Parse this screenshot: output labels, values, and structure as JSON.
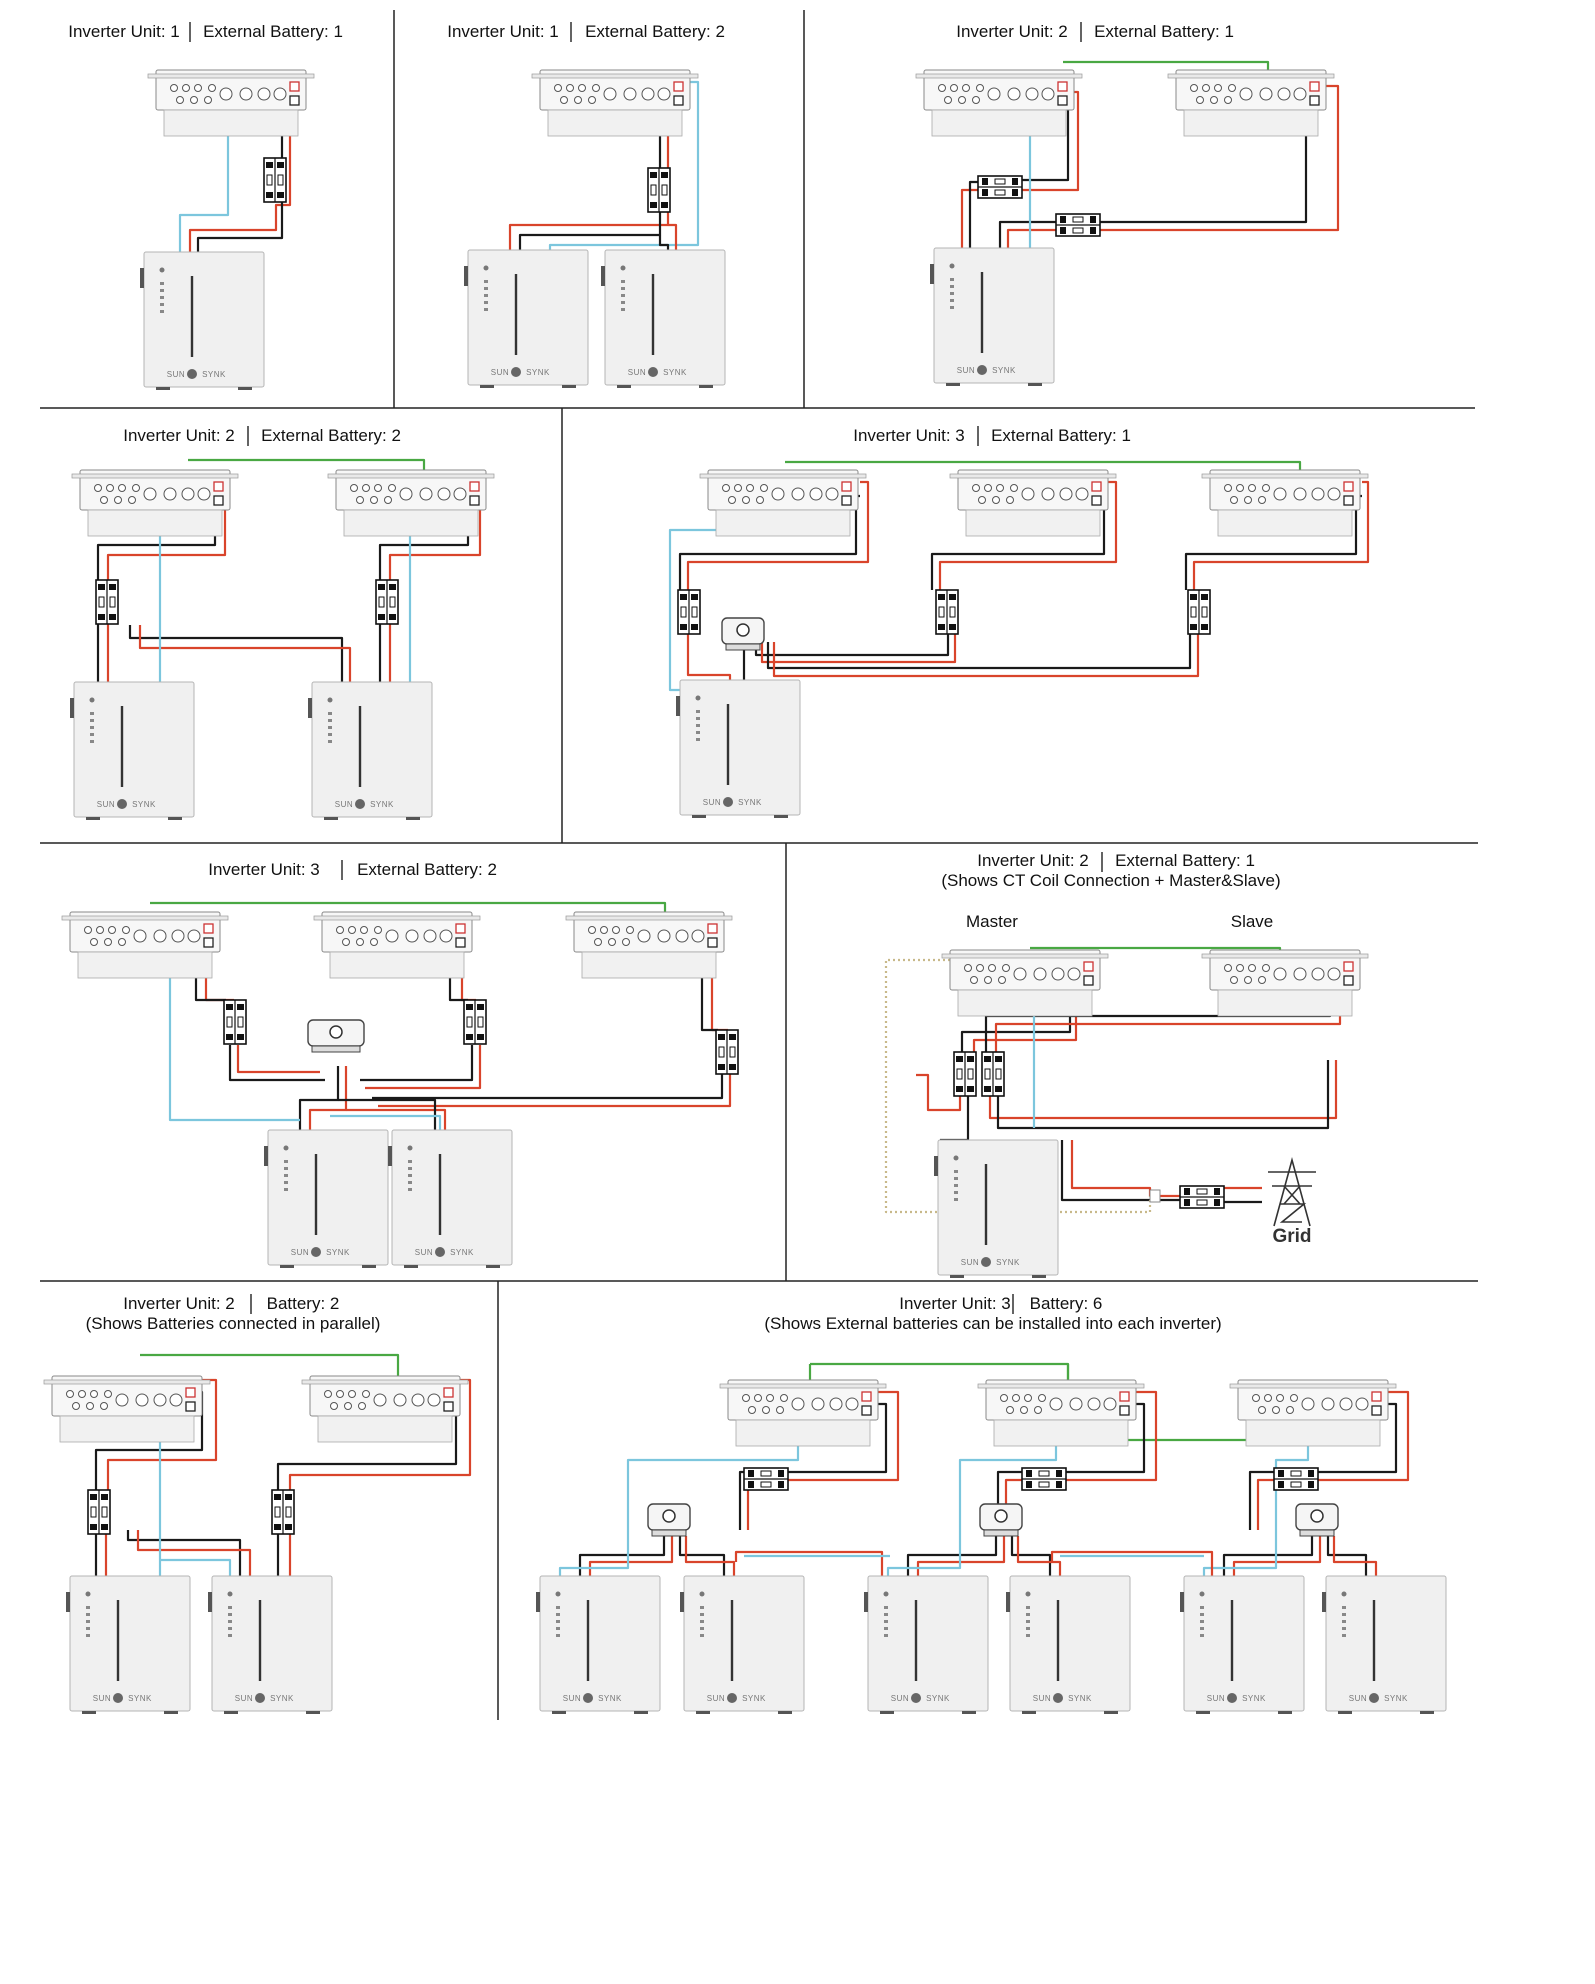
{
  "colors": {
    "positive_cable": "#d9442b",
    "negative_cable": "#1a1a1a",
    "comms_cable": "#7cc6dd",
    "parallel_cable": "#49a843",
    "ct_cable": "#c8b98a",
    "divider": "#222222",
    "device_fill": "#f2f2f2",
    "device_stroke": "#9a9a9a"
  },
  "brand": {
    "left": "SUN",
    "right": "SYNK"
  },
  "panels": [
    {
      "id": "p1",
      "inverter_label": "Inverter Unit: 1",
      "battery_label": "External Battery: 1",
      "inverters": 1,
      "batteries": 1
    },
    {
      "id": "p2",
      "inverter_label": "Inverter Unit: 1",
      "battery_label": "External Battery: 2",
      "inverters": 1,
      "batteries": 2
    },
    {
      "id": "p3",
      "inverter_label": "Inverter Unit: 2",
      "battery_label": "External Battery: 1",
      "inverters": 2,
      "batteries": 1
    },
    {
      "id": "p4",
      "inverter_label": "Inverter Unit: 2",
      "battery_label": "External Battery: 2",
      "inverters": 2,
      "batteries": 2
    },
    {
      "id": "p5",
      "inverter_label": "Inverter Unit: 3",
      "battery_label": "External Battery: 1",
      "inverters": 3,
      "batteries": 1
    },
    {
      "id": "p6",
      "inverter_label": "Inverter Unit: 3",
      "battery_label": "External Battery: 2",
      "inverters": 3,
      "batteries": 2
    },
    {
      "id": "p7",
      "inverter_label": "Inverter Unit: 2",
      "battery_label": "External Battery: 1",
      "subtitle": "(Shows CT Coil Connection + Master&Slave)",
      "master_label": "Master",
      "slave_label": "Slave",
      "grid_label": "Grid",
      "inverters": 2,
      "batteries": 1
    },
    {
      "id": "p8",
      "inverter_label": "Inverter Unit: 2",
      "battery_label": "Battery: 2",
      "subtitle": "(Shows Batteries connected in parallel)",
      "inverters": 2,
      "batteries": 2
    },
    {
      "id": "p9",
      "inverter_label": "Inverter Unit: 3",
      "battery_label": "Battery: 6",
      "subtitle": "(Shows External batteries can be installed into each inverter)",
      "inverters": 3,
      "batteries": 6
    }
  ]
}
